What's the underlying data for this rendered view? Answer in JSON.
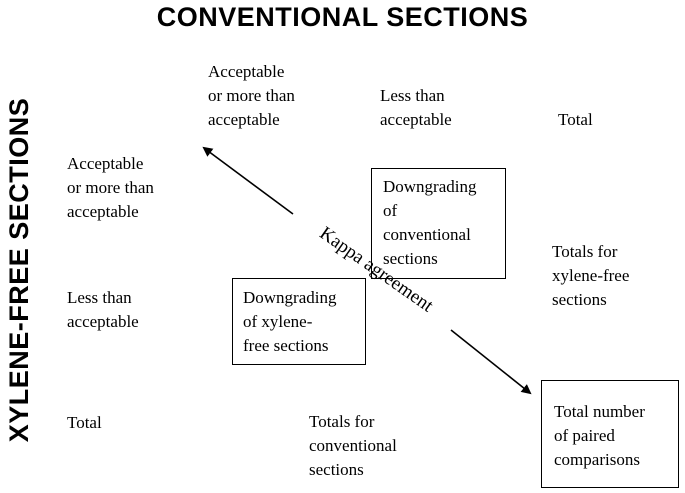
{
  "titles": {
    "top": "CONVENTIONAL SECTIONS",
    "side": "XYLENE-FREE SECTIONS"
  },
  "columns": {
    "acceptable": [
      "Acceptable",
      "or more than",
      "acceptable"
    ],
    "less": [
      "Less than",
      "acceptable"
    ],
    "total": [
      "Total"
    ]
  },
  "rows": {
    "acceptable": [
      "Acceptable",
      "or more than",
      "acceptable"
    ],
    "less": [
      "Less than",
      "acceptable"
    ],
    "total": [
      "Total"
    ]
  },
  "cells": {
    "downgrading_conventional": [
      "Downgrading",
      "of",
      "conventional",
      "sections"
    ],
    "downgrading_xylene": [
      "Downgrading",
      "of xylene-",
      "free sections"
    ],
    "totals_xylene": [
      "Totals for",
      "xylene-free",
      "sections"
    ],
    "totals_conventional": [
      "Totals for",
      "conventional",
      "sections"
    ],
    "total_paired": [
      "Total number",
      "of paired",
      "comparisons"
    ]
  },
  "arrow_label": "Kappa agreement"
}
